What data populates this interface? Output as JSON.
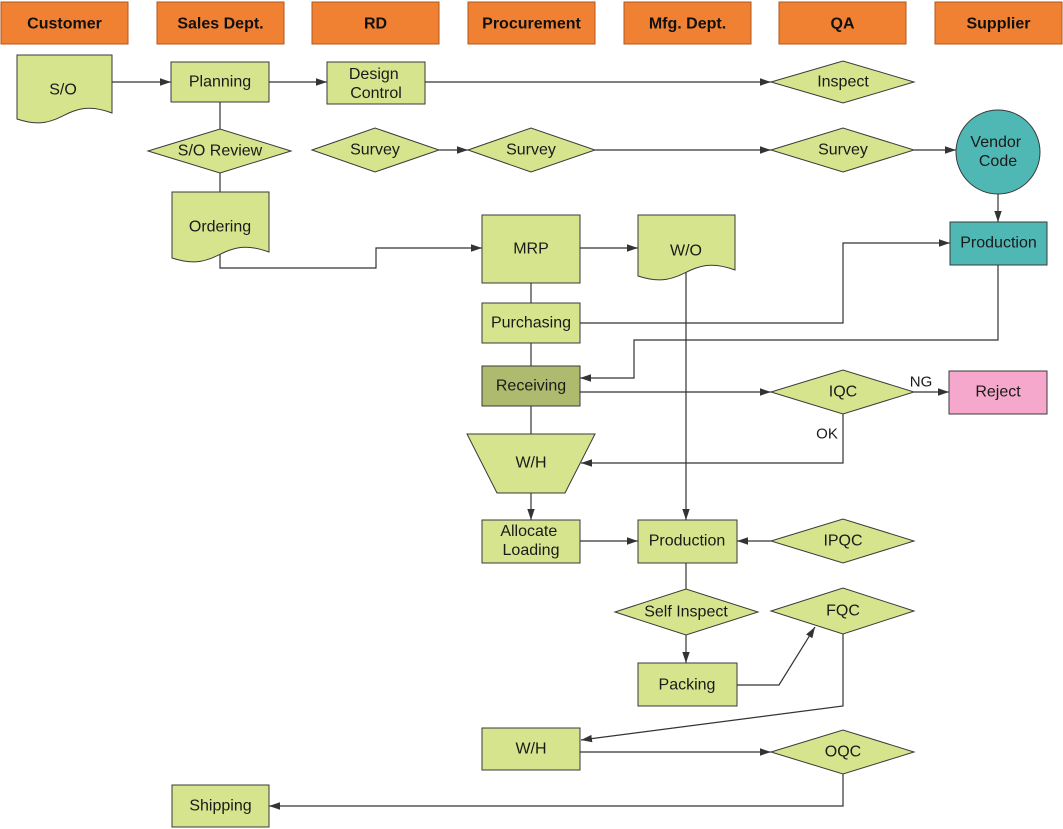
{
  "diagram": {
    "lanes": [
      {
        "label": "Customer"
      },
      {
        "label": "Sales Dept."
      },
      {
        "label": "RD"
      },
      {
        "label": "Procurement"
      },
      {
        "label": "Mfg. Dept."
      },
      {
        "label": "QA"
      },
      {
        "label": "Supplier"
      }
    ],
    "nodes": {
      "so": "S/O",
      "planning": "Planning",
      "design_control": [
        "Design",
        "Control"
      ],
      "inspect": "Inspect",
      "so_review": "S/O Review",
      "survey_rd": "Survey",
      "survey_procurement": "Survey",
      "survey_qa": "Survey",
      "vendor_code": [
        "Vendor",
        "Code"
      ],
      "ordering": "Ordering",
      "mrp": "MRP",
      "wo": "W/O",
      "production_supplier": "Production",
      "purchasing": "Purchasing",
      "receiving": "Receiving",
      "iqc": "IQC",
      "reject": "Reject",
      "wh_storage": "W/H",
      "allocate_loading": [
        "Allocate",
        "Loading"
      ],
      "production": "Production",
      "ipqc": "IPQC",
      "self_inspect": "Self Inspect",
      "fqc": "FQC",
      "packing": "Packing",
      "wh_finished": "W/H",
      "oqc": "OQC",
      "shipping": "Shipping"
    },
    "edge_labels": {
      "ng": "NG",
      "ok": "OK"
    }
  },
  "colors": {
    "lane_header": "#F08133",
    "process": "#D6E48D",
    "receiving": "#AEBA6E",
    "supplier": "#4FB8B4",
    "reject": "#F6A8CC"
  }
}
